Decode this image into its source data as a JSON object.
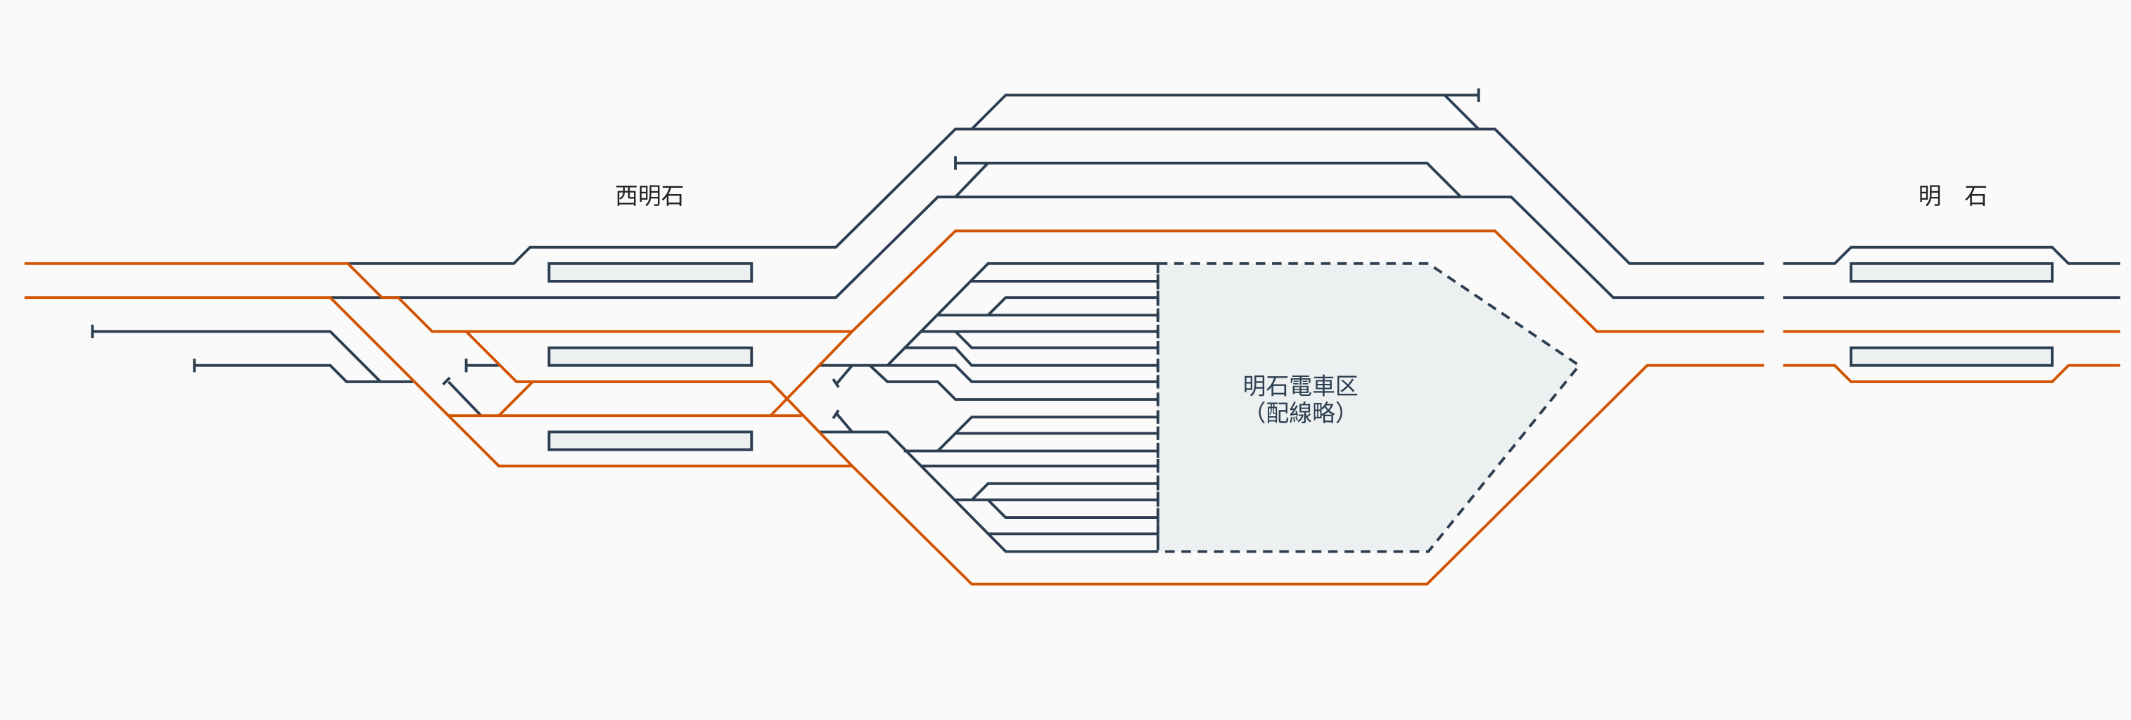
{
  "colors": {
    "background": "#fafafa",
    "track": "#2c3e50",
    "main_line": "#d35400",
    "platform_fill": "#ecf0f1"
  },
  "stations": {
    "nishi_akashi": "西明石",
    "akashi": "明　石"
  },
  "depot": {
    "name": "明石電車区",
    "note": "（配線略）"
  }
}
